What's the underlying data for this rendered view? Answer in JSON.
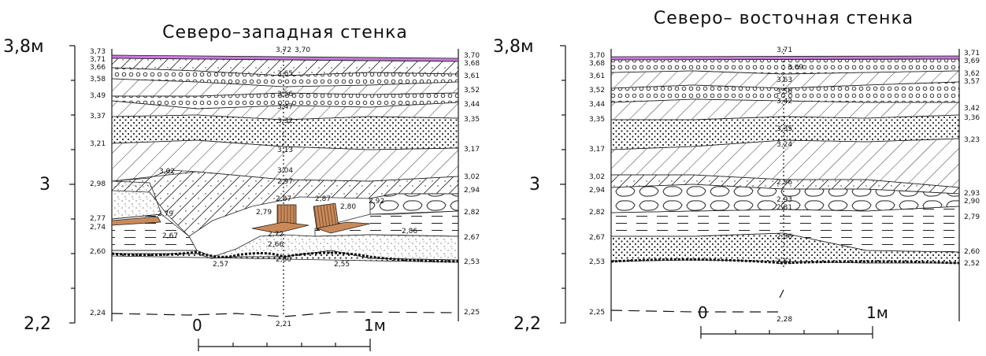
{
  "left_section": {
    "title": "Северо–западная стенка",
    "axis": {
      "top": "3,8м",
      "mid": "3",
      "bottom": "2,2"
    },
    "left_labels": [
      "3,73",
      "3,71",
      "3,66",
      "3,58",
      "3,49",
      "3,37",
      "3,21",
      "2,98",
      "2,77",
      "2,74",
      "2,60",
      "2,24"
    ],
    "right_labels": [
      "3,70",
      "3,68",
      "3,61",
      "3,52",
      "3,44",
      "3,35",
      "3,17",
      "3,02",
      "2,94",
      "2,82",
      "2,67",
      "2,53",
      "2,25"
    ],
    "center_labels": [
      "3,72",
      "3,70",
      "3,65",
      "3,56",
      "3,47",
      "3,32",
      "3,13",
      "3,04",
      "2,97",
      "2,87",
      "2,79",
      "2,72",
      "2,66",
      "2,60",
      "2,21"
    ],
    "inner_labels": [
      "3,02",
      "2,79",
      "2,67",
      "2,57",
      "2,87",
      "2,80",
      "2,92",
      "2,86",
      "2,55"
    ],
    "scale": {
      "zero": "0",
      "one": "1м"
    }
  },
  "right_section": {
    "title": "Северо– восточная стенка",
    "axis": {
      "top": "3,8м",
      "mid": "3",
      "bottom": "2,2"
    },
    "left_labels": [
      "3,70",
      "3,68",
      "3,61",
      "3,52",
      "3,44",
      "3,35",
      "3,17",
      "3,02",
      "2,94",
      "2,82",
      "2,67",
      "2,53",
      "2,25"
    ],
    "right_labels": [
      "3,71",
      "3,69",
      "3,62",
      "3,57",
      "3,42",
      "3,36",
      "3,23",
      "2,93",
      "2,90",
      "2,79",
      "2,60",
      "2,52"
    ],
    "center_labels": [
      "3,71",
      "3,69",
      "3,63",
      "3,56",
      "3,42",
      "3,35",
      "3,24",
      "2,96",
      "2,93",
      "2,81",
      "2,86",
      "2,51",
      "2,28"
    ],
    "scale": {
      "zero": "0",
      "one": "1м"
    }
  },
  "colors": {
    "topsoil": "#c77ad9",
    "wood": "#c98a5a",
    "line": "#111111"
  }
}
